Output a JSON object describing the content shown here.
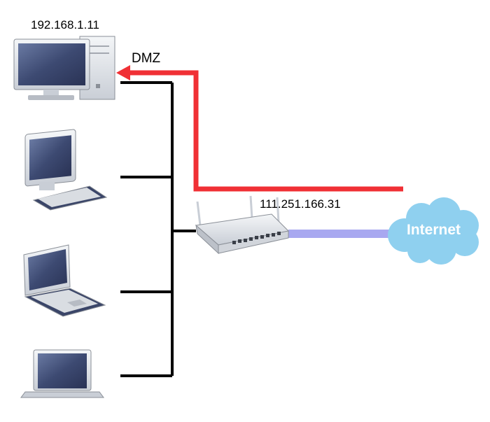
{
  "labels": {
    "pc_ip": "192.168.1.11",
    "dmz": "DMZ",
    "wan_ip": "111.251.166.31",
    "internet": "Internet"
  },
  "colors": {
    "lan_cable": "#000000",
    "dmz_path": "#f03035",
    "wan_cable": "#a8a8f0",
    "cloud": "#8fd0ef",
    "screen": "#3a4568",
    "device_body": "#e8ebee"
  },
  "icons": [
    "desktop-pc-icon",
    "monitor-keyboard-icon",
    "laptop-icon",
    "laptop-icon",
    "router-icon",
    "cloud-icon"
  ]
}
